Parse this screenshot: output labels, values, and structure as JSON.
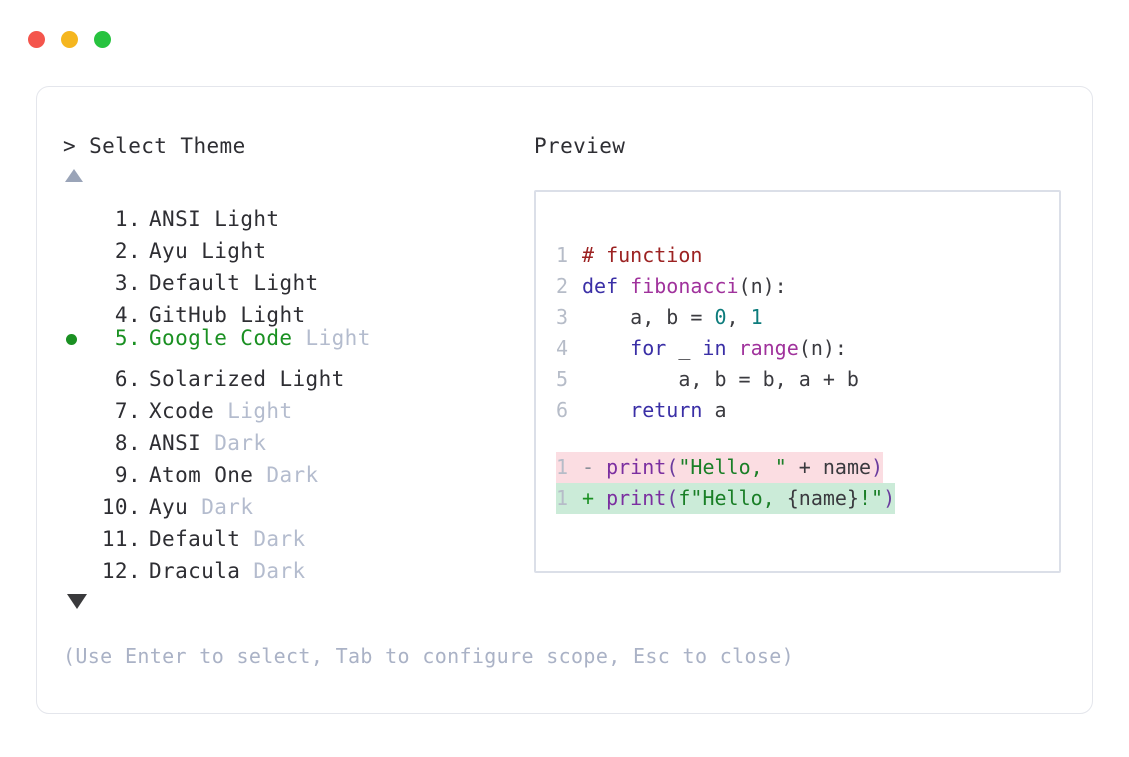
{
  "window": {
    "dots": [
      {
        "name": "close",
        "color": "#F4554C"
      },
      {
        "name": "minimize",
        "color": "#F5B61F"
      },
      {
        "name": "maximize",
        "color": "#27C33F"
      }
    ]
  },
  "left": {
    "prompt_caret": "> ",
    "prompt_title": "Select Theme",
    "scroll_up_icon": "triangle-up-icon",
    "scroll_down_icon": "triangle-down-icon",
    "selected_index": 5,
    "selected_bullet_color": "#1a9022",
    "themes": [
      {
        "index": "1.",
        "name": "ANSI",
        "suffix": "Light",
        "suffix_muted": false,
        "selected": false
      },
      {
        "index": "2.",
        "name": "Ayu",
        "suffix": "Light",
        "suffix_muted": false,
        "selected": false
      },
      {
        "index": "3.",
        "name": "Default",
        "suffix": "Light",
        "suffix_muted": false,
        "selected": false
      },
      {
        "index": "4.",
        "name": "GitHub",
        "suffix": "Light",
        "suffix_muted": false,
        "selected": false
      },
      {
        "index": "5.",
        "name": "Google Code",
        "suffix": "Light",
        "suffix_muted": true,
        "selected": true
      },
      {
        "index": "6.",
        "name": "Solarized",
        "suffix": "Light",
        "suffix_muted": false,
        "selected": false
      },
      {
        "index": "7.",
        "name": "Xcode",
        "suffix": "Light",
        "suffix_muted": true,
        "selected": false
      },
      {
        "index": "8.",
        "name": "ANSI",
        "suffix": "Dark",
        "suffix_muted": true,
        "selected": false
      },
      {
        "index": "9.",
        "name": "Atom One",
        "suffix": "Dark",
        "suffix_muted": true,
        "selected": false
      },
      {
        "index": "10.",
        "name": "Ayu",
        "suffix": "Dark",
        "suffix_muted": true,
        "selected": false
      },
      {
        "index": "11.",
        "name": "Default",
        "suffix": "Dark",
        "suffix_muted": true,
        "selected": false
      },
      {
        "index": "12.",
        "name": "Dracula",
        "suffix": "Dark",
        "suffix_muted": true,
        "selected": false
      }
    ]
  },
  "right": {
    "preview_label": "Preview",
    "code_lines": [
      {
        "no": "1",
        "tokens": [
          {
            "t": "# function",
            "c": "t-comment"
          }
        ]
      },
      {
        "no": "2",
        "tokens": [
          {
            "t": "def ",
            "c": "t-keyword"
          },
          {
            "t": "fibonacci",
            "c": "t-fn"
          },
          {
            "t": "(n):",
            "c": "t-plain"
          }
        ]
      },
      {
        "no": "3",
        "tokens": [
          {
            "t": "    a, b = ",
            "c": "t-plain"
          },
          {
            "t": "0",
            "c": "t-num"
          },
          {
            "t": ", ",
            "c": "t-plain"
          },
          {
            "t": "1",
            "c": "t-num"
          }
        ]
      },
      {
        "no": "4",
        "tokens": [
          {
            "t": "    ",
            "c": "t-plain"
          },
          {
            "t": "for",
            "c": "t-keyword"
          },
          {
            "t": " _ ",
            "c": "t-plain"
          },
          {
            "t": "in",
            "c": "t-keyword"
          },
          {
            "t": " ",
            "c": "t-plain"
          },
          {
            "t": "range",
            "c": "t-fn"
          },
          {
            "t": "(n):",
            "c": "t-plain"
          }
        ]
      },
      {
        "no": "5",
        "tokens": [
          {
            "t": "        a, b = b, a + b",
            "c": "t-plain"
          }
        ]
      },
      {
        "no": "6",
        "tokens": [
          {
            "t": "    ",
            "c": "t-plain"
          },
          {
            "t": "return",
            "c": "t-keyword"
          },
          {
            "t": " a",
            "c": "t-plain"
          }
        ]
      }
    ],
    "diff_lines": [
      {
        "no": "1",
        "kind": "del",
        "sign": "- ",
        "tokens": [
          {
            "t": "print",
            "c": "t-builtin"
          },
          {
            "t": "(",
            "c": "t-punct"
          },
          {
            "t": "\"Hello, \"",
            "c": "t-str"
          },
          {
            "t": " + name",
            "c": "t-plain"
          },
          {
            "t": ")",
            "c": "t-punct"
          }
        ]
      },
      {
        "no": "1",
        "kind": "add",
        "sign": "+ ",
        "tokens": [
          {
            "t": "print",
            "c": "t-builtin"
          },
          {
            "t": "(",
            "c": "t-punct"
          },
          {
            "t": "f\"Hello, ",
            "c": "t-str"
          },
          {
            "t": "{name}",
            "c": "t-plain"
          },
          {
            "t": "!\"",
            "c": "t-str"
          },
          {
            "t": ")",
            "c": "t-punct"
          }
        ]
      }
    ]
  },
  "footer": {
    "hint": "(Use Enter to select, Tab to configure scope, Esc to close)"
  }
}
